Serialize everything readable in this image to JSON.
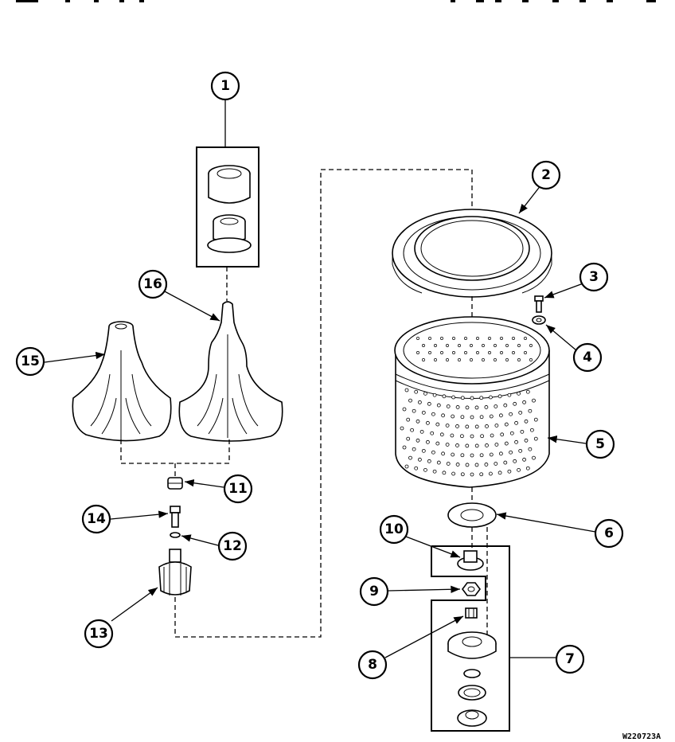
{
  "callouts": [
    {
      "id": "1",
      "label": "1"
    },
    {
      "id": "2",
      "label": "2"
    },
    {
      "id": "3",
      "label": "3"
    },
    {
      "id": "4",
      "label": "4"
    },
    {
      "id": "5",
      "label": "5"
    },
    {
      "id": "6",
      "label": "6"
    },
    {
      "id": "7",
      "label": "7"
    },
    {
      "id": "8",
      "label": "8"
    },
    {
      "id": "9",
      "label": "9"
    },
    {
      "id": "10",
      "label": "10"
    },
    {
      "id": "11",
      "label": "11"
    },
    {
      "id": "12",
      "label": "12"
    },
    {
      "id": "13",
      "label": "13"
    },
    {
      "id": "14",
      "label": "14"
    },
    {
      "id": "15",
      "label": "15"
    },
    {
      "id": "16",
      "label": "16"
    }
  ],
  "drawing_id": "W220723A"
}
